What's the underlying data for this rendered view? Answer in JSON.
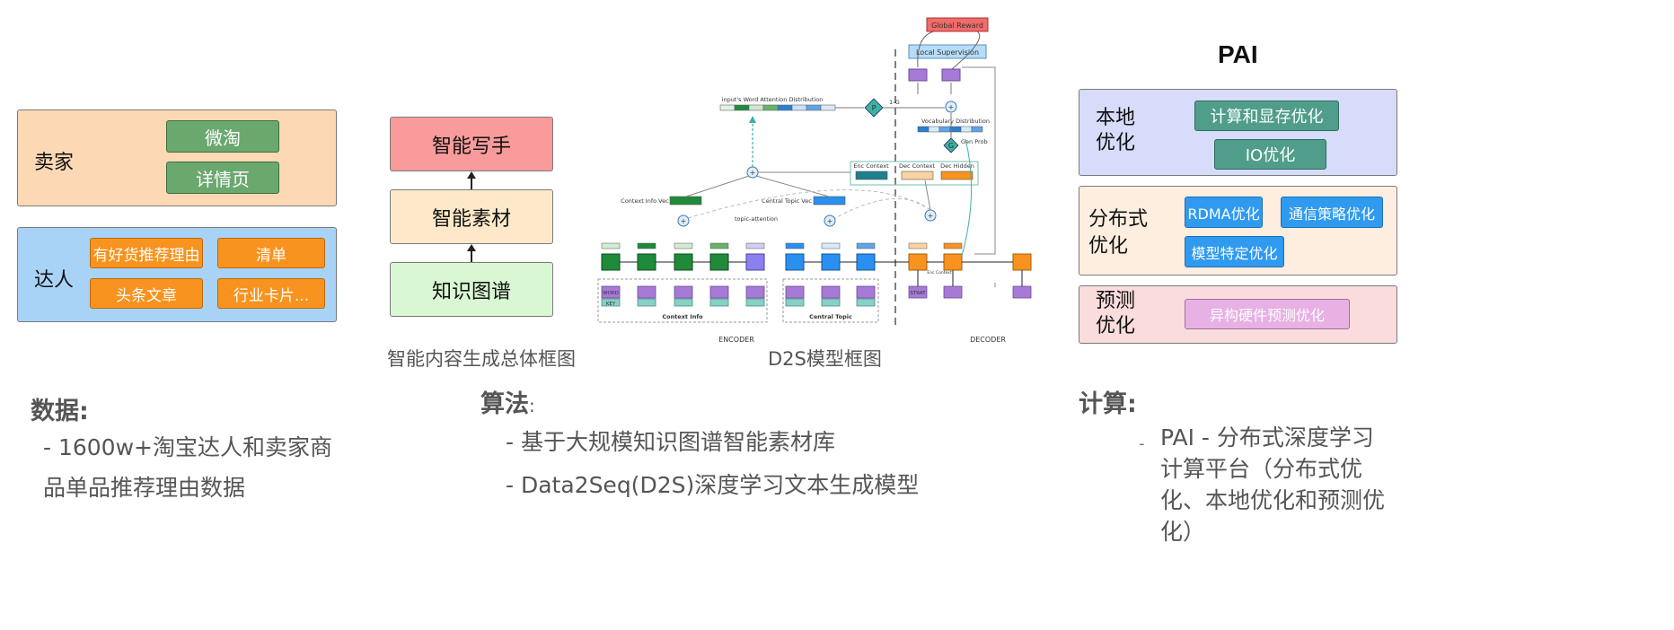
{
  "data_section": {
    "seller_box": {
      "label": "卖家",
      "items": [
        "微淘",
        "详情页"
      ]
    },
    "expert_box": {
      "label": "达人",
      "items": [
        "有好货推荐理由",
        "清单",
        "头条文章",
        "行业卡片..."
      ]
    },
    "heading": "数据:",
    "bullets": [
      "- 1600w+淘宝达人和卖家商品单品推荐理由数据"
    ]
  },
  "flow_section": {
    "stages": [
      "智能写手",
      "智能素材",
      "知识图谱"
    ],
    "caption": "智能内容生成总体框图"
  },
  "d2s_section": {
    "caption": "D2S模型框图",
    "labels": {
      "global_reward": "Global Reward",
      "local_supervision": "Local Supervision",
      "word_attention": "input's Word Attention Distribution",
      "p": "P",
      "one_minus_g": "1-G",
      "vocab_dist": "Vocabulary Distribution",
      "g": "G",
      "gen_prob": "Gen Prob",
      "enc_context": "Enc Context",
      "dec_context": "Dec Context",
      "dec_hidden": "Dec Hidden",
      "context_info_vec": "Context Info Vec",
      "central_topic_vec": "Central Topic Vec",
      "topic_attention": "topic-attention",
      "word": "WORD",
      "key": "KEY",
      "strat": "STRAT",
      "enc_context_small": "Enc Context",
      "context_info": "Context Info",
      "central_topic": "Central Topic",
      "encoder": "ENCODER",
      "decoder": "DECODER"
    }
  },
  "algorithm_section": {
    "heading": "算法",
    "heading_suffix": ":",
    "bullets": [
      "- 基于大规模知识图谱智能素材库",
      "- Data2Seq(D2S)深度学习文本生成模型"
    ]
  },
  "pai_section": {
    "title": "PAI",
    "local": {
      "label": "本地优化",
      "items": [
        "计算和显存优化",
        "IO优化"
      ]
    },
    "distributed": {
      "label": "分布式优化",
      "items": [
        "RDMA优化",
        "通信策略优化",
        "模型特定优化"
      ]
    },
    "prediction": {
      "label": "预测优化",
      "items": [
        "异构硬件预测优化"
      ]
    },
    "heading": "计算:",
    "bullet_dash": "-",
    "bullet": "PAI - 分布式深度学习计算平台（分布式优化、本地优化和预测优化）"
  },
  "colors": {
    "seller_bg": "#fcd9b4",
    "expert_bg": "#a9d2f7",
    "writer_bg": "#f99b9b",
    "material_bg": "#fde9c9",
    "kg_bg": "#d9f7d3",
    "local_bg": "#d6dcfa",
    "distributed_bg": "#fdeee0",
    "prediction_bg": "#fadcdc"
  }
}
